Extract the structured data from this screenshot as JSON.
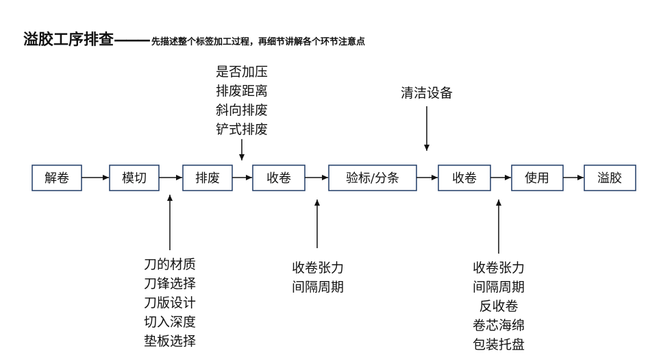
{
  "title": {
    "main": "溢胶工序排查",
    "dash": "———",
    "sub": "先描述整个标签加工过程，再细节讲解各个环节注意点"
  },
  "steps": [
    "解卷",
    "模切",
    "排废",
    "收卷",
    "验标/分条",
    "收卷",
    "使用",
    "溢胶"
  ],
  "notes": {
    "above_fei": [
      "是否加压",
      "排废距离",
      "斜向排废",
      "铲式排废"
    ],
    "above_shoujuan2": [
      "清洁设备"
    ],
    "below_moqie": [
      "刀的材质",
      "刀锋选择",
      "刀版设计",
      "切入深度",
      "垫板选择"
    ],
    "below_shoujuan1": [
      "收卷张力",
      "间隔周期"
    ],
    "below_shoujuan2": [
      "收卷张力",
      "间隔周期",
      "反收卷",
      "卷芯海绵",
      "包装托盘"
    ]
  }
}
